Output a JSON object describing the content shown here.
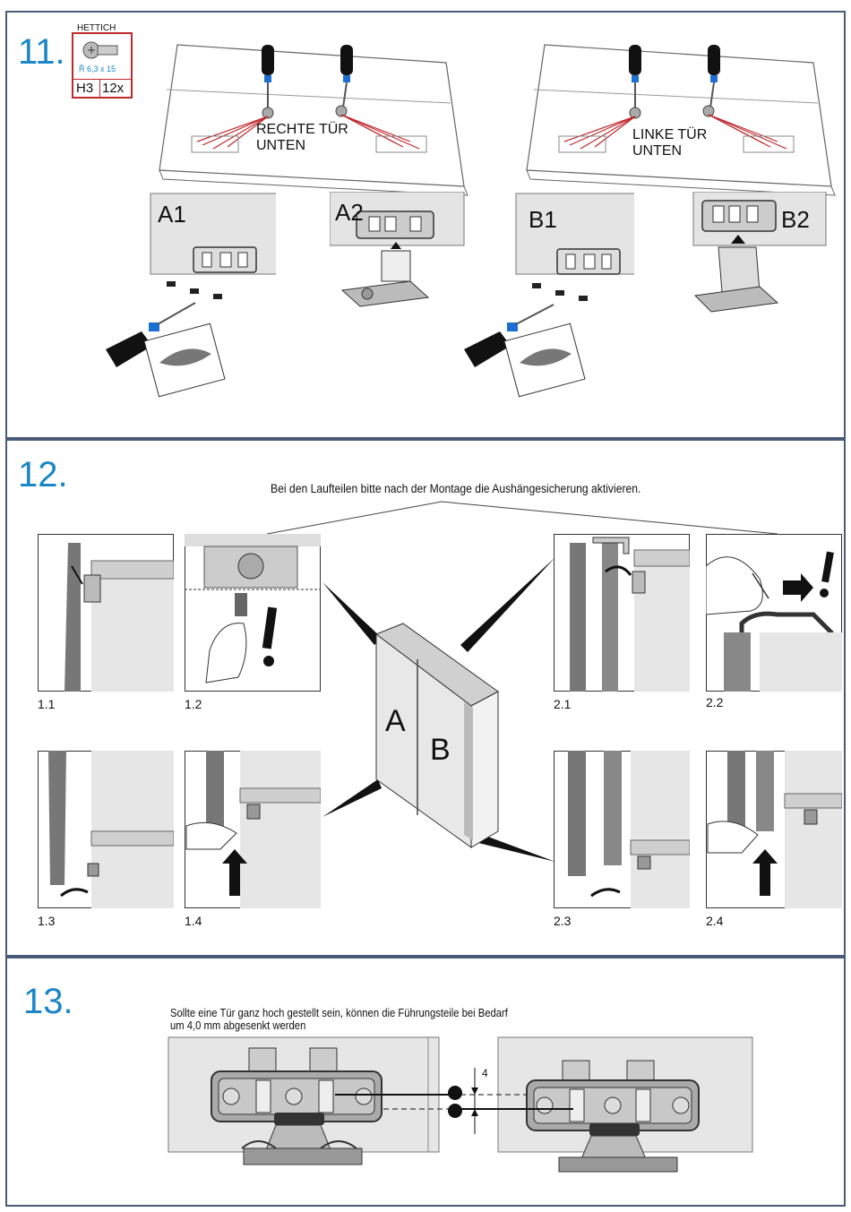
{
  "steps": {
    "s11": {
      "number": "11.",
      "part": {
        "brand": "HETTICH",
        "screw": "Ř 6,3 x 15",
        "code": "H3",
        "qty": "12x"
      },
      "right_door": "RECHTE TÜR\nUNTEN",
      "left_door": "LINKE TÜR\nUNTEN",
      "labels": {
        "a1": "A1",
        "a2": "A2",
        "b1": "B1",
        "b2": "B2"
      }
    },
    "s12": {
      "number": "12.",
      "instruction": "Bei den Laufteilen bitte nach der Montage die Aushängesicherung aktivieren.",
      "door_a": "A",
      "door_b": "B",
      "figures": [
        "1.1",
        "1.2",
        "1.3",
        "1.4",
        "2.1",
        "2.2",
        "2.3",
        "2.4"
      ]
    },
    "s13": {
      "number": "13.",
      "note_line1": "Sollte eine Tür ganz hoch gestellt sein, können die Führungsteile bei Bedarf",
      "note_line2": "um 4,0 mm abgesenkt werden",
      "dimension": "4"
    }
  },
  "colors": {
    "accent": "#1a86c7",
    "border": "#4a5b7a",
    "red": "#c0282d",
    "blue": "#1b6fd1"
  }
}
